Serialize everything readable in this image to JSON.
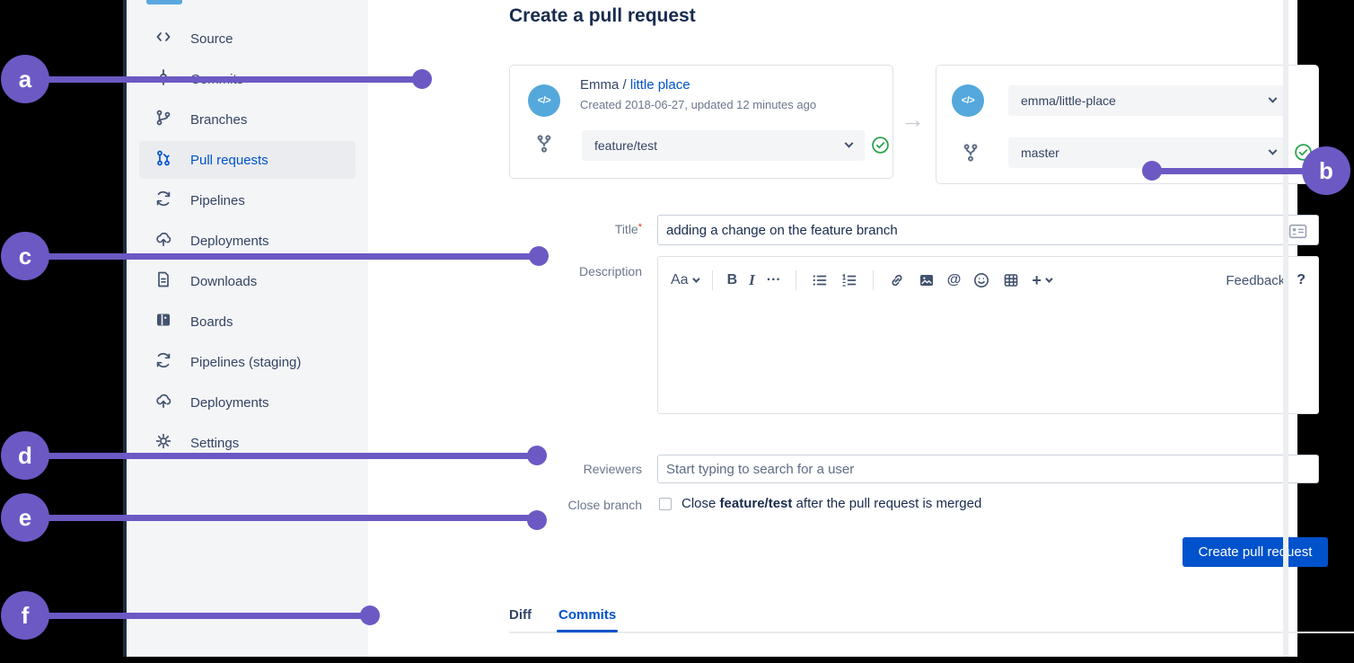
{
  "page": {
    "title": "Create a pull request"
  },
  "sidebar": {
    "items": [
      {
        "label": "Source",
        "icon": "code-icon",
        "active": false
      },
      {
        "label": "Commits",
        "icon": "commit-icon",
        "active": false
      },
      {
        "label": "Branches",
        "icon": "branch-icon",
        "active": false
      },
      {
        "label": "Pull requests",
        "icon": "pull-request-icon",
        "active": true
      },
      {
        "label": "Pipelines",
        "icon": "pipelines-icon",
        "active": false
      },
      {
        "label": "Deployments",
        "icon": "deployments-icon",
        "active": false
      },
      {
        "label": "Downloads",
        "icon": "downloads-icon",
        "active": false
      },
      {
        "label": "Boards",
        "icon": "boards-icon",
        "active": false
      },
      {
        "label": "Pipelines (staging)",
        "icon": "pipelines-icon",
        "active": false
      },
      {
        "label": "Deployments",
        "icon": "deployments-icon",
        "active": false
      },
      {
        "label": "Settings",
        "icon": "settings-icon",
        "active": false
      }
    ]
  },
  "source_card": {
    "avatar_glyph": "</>",
    "owner": "Emma",
    "separator": " / ",
    "repo": "little place",
    "meta": "Created 2018-06-27, updated 12 minutes ago",
    "branch": "feature/test"
  },
  "destination_card": {
    "avatar_glyph": "</>",
    "repository": "emma/little-place",
    "branch": "master"
  },
  "arrow_glyph": "→",
  "form": {
    "title": {
      "label": "Title",
      "required_marker": "*",
      "value": "adding a change on the feature branch"
    },
    "description": {
      "label": "Description",
      "toolbar": {
        "text_style": "Aa",
        "bold": "B",
        "italic": "I",
        "more": "···",
        "mention": "@",
        "plus": "+",
        "feedback": "Feedback",
        "help": "?"
      }
    },
    "reviewers": {
      "label": "Reviewers",
      "placeholder": "Start typing to search for a user"
    },
    "close_branch": {
      "label": "Close branch",
      "text_prefix": "Close ",
      "branch": "feature/test",
      "text_suffix": " after the pull request is merged",
      "checked": false
    },
    "submit_label": "Create pull request"
  },
  "tabs": [
    {
      "label": "Diff",
      "active": false
    },
    {
      "label": "Commits",
      "active": true
    }
  ],
  "annotations": {
    "a": "a",
    "b": "b",
    "c": "c",
    "d": "d",
    "e": "e",
    "f": "f"
  },
  "colors": {
    "accent_blue": "#0052CC",
    "annotation_purple": "#6C59C4",
    "success_green": "#2DA44E",
    "avatar_blue": "#54A8DC",
    "sidebar_bg": "#F4F5F7",
    "title_navy": "#172B4D"
  }
}
